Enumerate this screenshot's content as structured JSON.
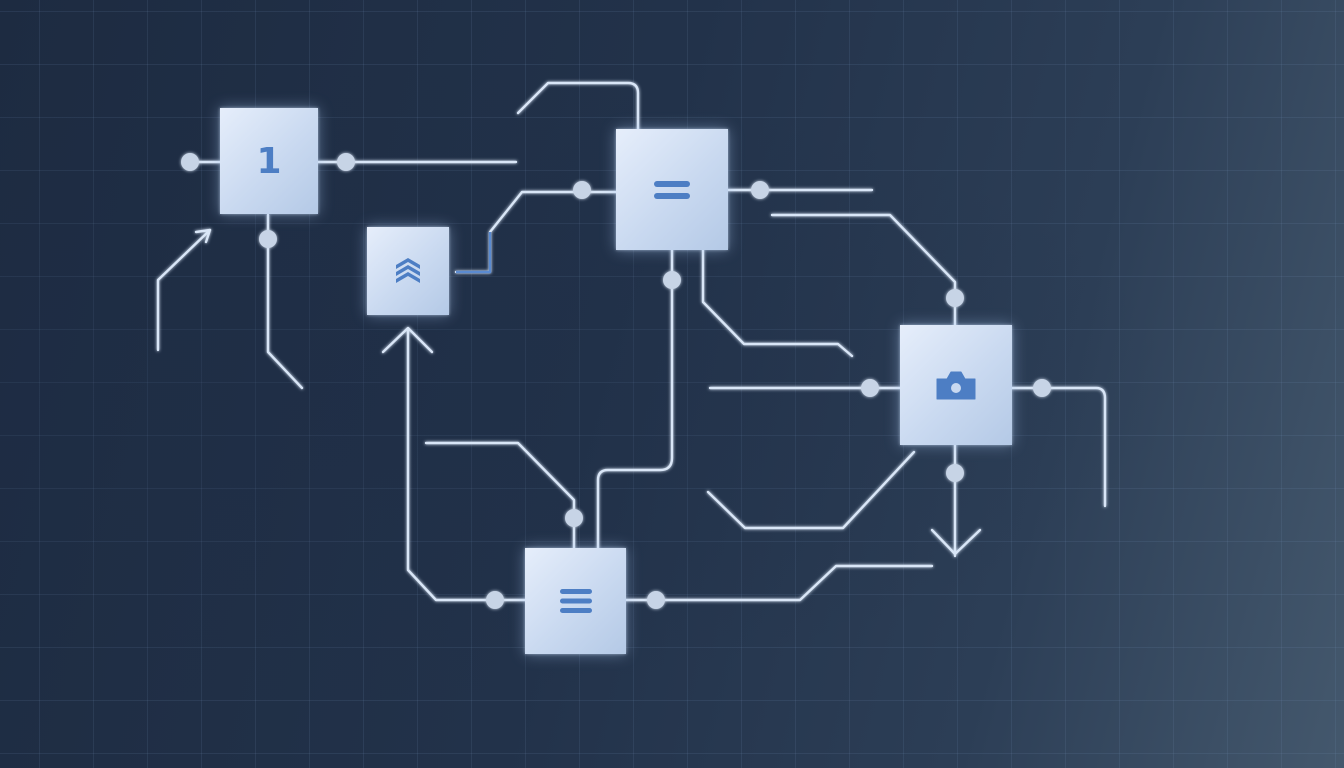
{
  "diagram": {
    "background_color": "#1f2d43",
    "accent_color": "#5a8ad0",
    "wire_color": "#d9e6f7",
    "node_fill": "#d4e2f5",
    "nodes": [
      {
        "id": "node-1",
        "label": "1",
        "icon": "number-one"
      },
      {
        "id": "node-layers",
        "label": "",
        "icon": "stacked-chevrons-icon"
      },
      {
        "id": "node-equals",
        "label": "",
        "icon": "equals-icon"
      },
      {
        "id": "node-camera",
        "label": "",
        "icon": "camera-icon"
      },
      {
        "id": "node-menu",
        "label": "",
        "icon": "menu-lines-icon"
      }
    ]
  }
}
